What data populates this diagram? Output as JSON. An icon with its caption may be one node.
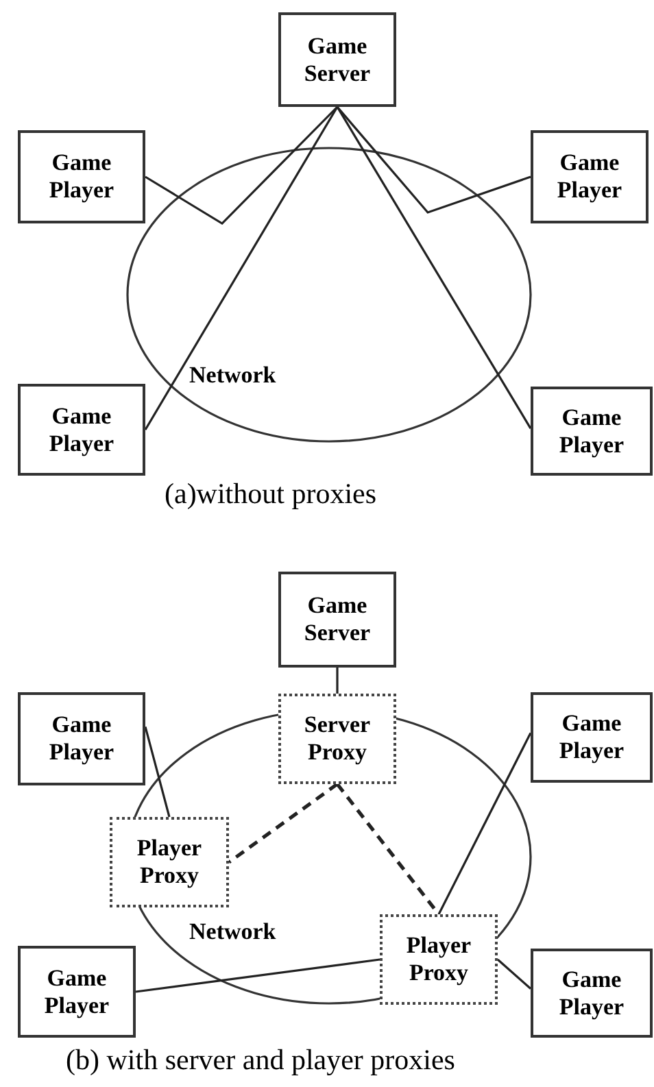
{
  "diagram": {
    "nodes": [
      {
        "text": [
          "Game Server"
        ]
      },
      {
        "text": [
          "Game Player"
        ]
      },
      {
        "text": [
          "Game Player"
        ]
      },
      {
        "text": [
          "Game Player"
        ]
      },
      {
        "text": [
          "Game Player"
        ]
      },
      {
        "text": [
          "Game Server"
        ]
      },
      {
        "text": [
          "Game Player"
        ]
      },
      {
        "text": [
          "Server Proxy"
        ]
      },
      {
        "text": [
          "Game Player"
        ]
      },
      {
        "text": [
          "Player Proxy"
        ]
      },
      {
        "text": [
          "Player Proxy"
        ]
      },
      {
        "text": [
          "Game Player"
        ]
      },
      {
        "text": [
          "Game Player"
        ]
      }
    ],
    "edges": [
      {
        "from": 0,
        "to": 1,
        "arrow": "none"
      },
      {
        "from": 0,
        "to": 2,
        "arrow": "none"
      },
      {
        "from": 0,
        "to": 3,
        "arrow": "none"
      },
      {
        "from": 0,
        "to": 4,
        "arrow": "none"
      },
      {
        "from": 5,
        "to": 7,
        "arrow": "none"
      },
      {
        "from": 6,
        "to": 9,
        "arrow": "none"
      },
      {
        "from": 8,
        "to": 10,
        "arrow": "none"
      },
      {
        "from": 11,
        "to": 10,
        "arrow": "none"
      },
      {
        "from": 10,
        "to": 12,
        "arrow": "none"
      },
      {
        "from": 7,
        "to": 9,
        "arrow": "none",
        "style": "dashed"
      },
      {
        "from": 7,
        "to": 10,
        "arrow": "none",
        "style": "dashed"
      }
    ],
    "labels": [
      "Network",
      "(a)without proxies",
      "Network",
      "(b) with server and player proxies"
    ]
  }
}
